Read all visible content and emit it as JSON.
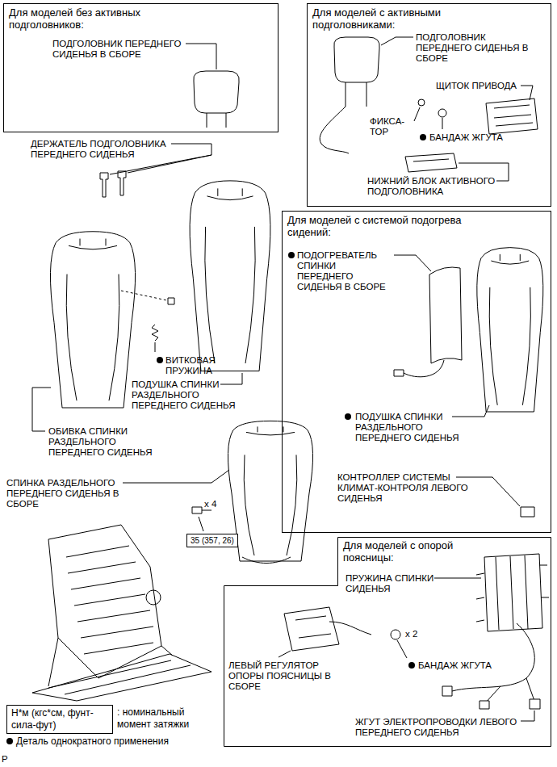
{
  "diagram": {
    "nodes": [
      {
        "text": [
          "Для моделей без активных подголовников:"
        ]
      },
      {
        "text": [
          "Для моделей с активными подголовниками:"
        ]
      },
      {
        "text": [
          "Для моделей с системой подогрева сидений:"
        ]
      },
      {
        "text": [
          "Для моделей с опорой поясницы:"
        ]
      },
      {
        "text": [
          "35 (357, 26)"
        ]
      },
      {
        "text": [
          "Н*м (кгс*см, фунт-сила-фут)"
        ]
      }
    ],
    "labels": [
      "ПОДГОЛОВНИК ПЕРЕДНЕГО СИДЕНЬЯ В СБОРЕ",
      "ПОДГОЛОВНИК ПЕРЕДНЕГО СИДЕНЬЯ В СБОРЕ",
      "ЩИТОК ПРИВОДА",
      "ФИКСА-ТОР",
      "БАНДАЖ ЖГУТА",
      "НИЖНИЙ БЛОК АКТИВНОГО ПОДГОЛОВНИКА",
      "ДЕРЖАТЕЛЬ ПОДГОЛОВНИКА ПЕРЕДНЕГО СИДЕНЬЯ",
      "ВИТКОВАЯ ПРУЖИНА",
      "ПОДУШКА СПИНКИ РАЗДЕЛЬНОГО ПЕРЕДНЕГО СИДЕНЬЯ",
      "ОБИВКА СПИНКИ РАЗДЕЛЬНОГО ПЕРЕДНЕГО СИДЕНЬЯ",
      "ПОДОГРЕВАТЕЛЬ СПИНКИ ПЕРЕДНЕГО СИДЕНЬЯ В СБОРЕ",
      "ПОДУШКА СПИНКИ РАЗДЕЛЬНОГО ПЕРЕДНЕГО СИДЕНЬЯ",
      "КОНТРОЛЛЕР СИСТЕМЫ КЛИМАТ-КОНТРОЛЯ ЛЕВОГО СИДЕНЬЯ",
      "СПИНКА РАЗДЕЛЬНОГО ПЕРЕДНЕГО СИДЕНЬЯ В СБОРЕ",
      "x 4",
      "ПРУЖИНА СПИНКИ СИДЕНЬЯ",
      "ЛЕВЫЙ РЕГУЛЯТОР ОПОРЫ ПОЯСНИЦЫ В СБОРЕ",
      "x 2",
      "БАНДАЖ ЖГУТА",
      "ЖГУТ ЭЛЕКТРОПРОВОДКИ ЛЕВОГО ПЕРЕДНЕГО СИДЕНЬЯ",
      ": номинальный момент затяжки",
      "P"
    ],
    "legend": [
      {
        "text": "Деталь однократного применения"
      }
    ]
  }
}
